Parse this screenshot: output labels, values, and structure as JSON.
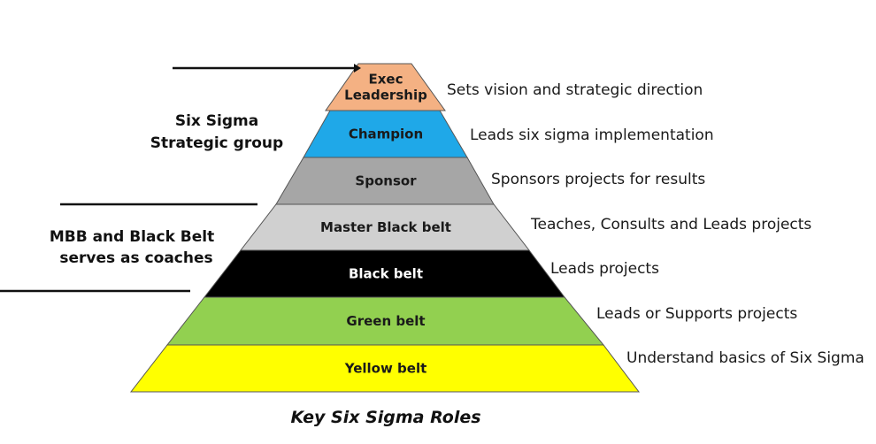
{
  "pyramid": {
    "layers": [
      {
        "id": "exec",
        "label_lines": [
          "Exec",
          "Leadership"
        ],
        "fill": "#F4B183",
        "text_color": "#1a1a1a",
        "description": "Sets vision and strategic direction"
      },
      {
        "id": "champion",
        "label_lines": [
          "Champion"
        ],
        "fill": "#1FA8E8",
        "text_color": "#1a1a1a",
        "description": "Leads six sigma implementation"
      },
      {
        "id": "sponsor",
        "label_lines": [
          "Sponsor"
        ],
        "fill": "#A6A6A6",
        "text_color": "#1a1a1a",
        "description": "Sponsors projects for results"
      },
      {
        "id": "master-black-belt",
        "label_lines": [
          "Master Black belt"
        ],
        "fill": "#D0D0D0",
        "text_color": "#1a1a1a",
        "description": "Teaches, Consults and Leads projects"
      },
      {
        "id": "black-belt",
        "label_lines": [
          "Black belt"
        ],
        "fill": "#000000",
        "text_color": "#ffffff",
        "description": "Leads projects"
      },
      {
        "id": "green-belt",
        "label_lines": [
          "Green belt"
        ],
        "fill": "#92D050",
        "text_color": "#1a1a1a",
        "description": "Leads or Supports projects"
      },
      {
        "id": "yellow-belt",
        "label_lines": [
          "Yellow belt"
        ],
        "fill": "#FFFF00",
        "text_color": "#1a1a1a",
        "description": "Understand basics of Six Sigma"
      }
    ]
  },
  "groups": [
    {
      "id": "strategic",
      "lines": [
        "Six Sigma",
        "Strategic group"
      ]
    },
    {
      "id": "coaches",
      "lines": [
        "MBB and Black Belt",
        "serves as coaches"
      ]
    }
  ],
  "caption": "Key Six Sigma Roles"
}
